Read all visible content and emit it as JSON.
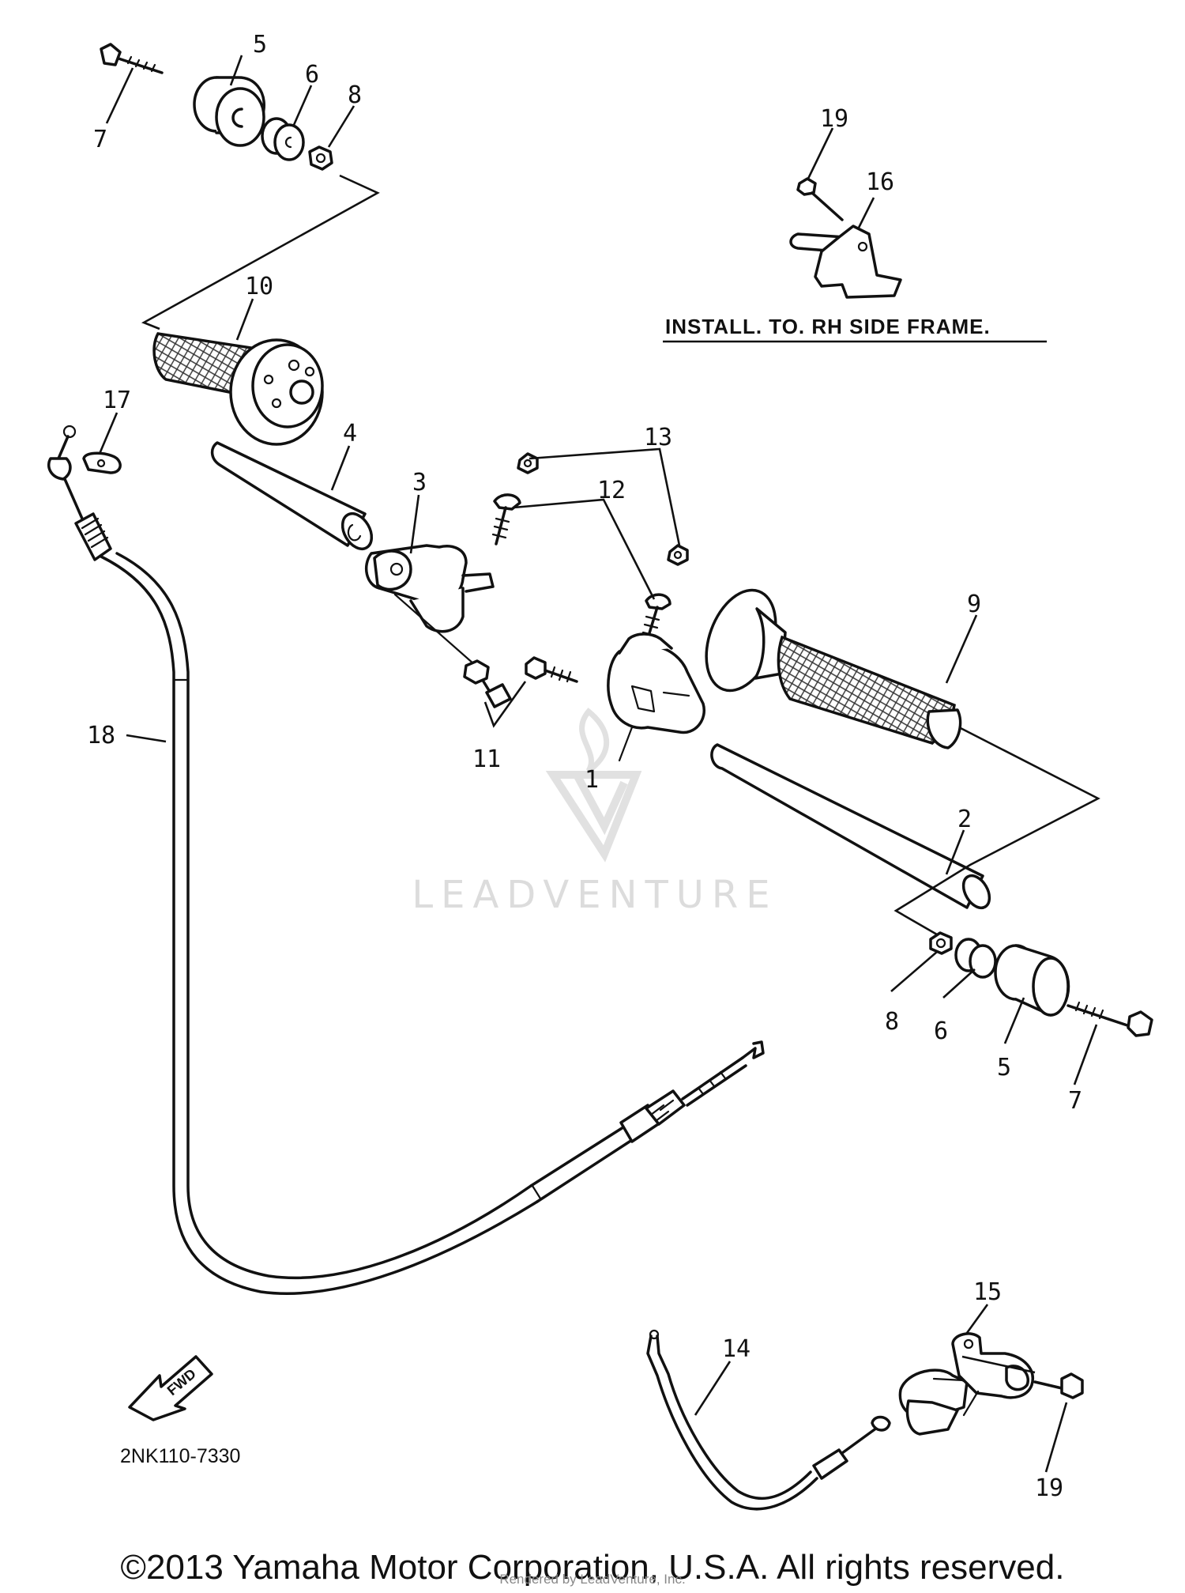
{
  "diagram": {
    "note": "INSTALL. TO. RH SIDE FRAME.",
    "diagram_code": "2NK110-7330",
    "fwd_label": "FWD",
    "watermark": "LEADVENTURE",
    "callouts": {
      "c1": "1",
      "c2": "2",
      "c3": "3",
      "c4": "4",
      "c5a": "5",
      "c5b": "5",
      "c6a": "6",
      "c6b": "6",
      "c7a": "7",
      "c7b": "7",
      "c8a": "8",
      "c8b": "8",
      "c9": "9",
      "c10": "10",
      "c11": "11",
      "c12": "12",
      "c13": "13",
      "c14": "14",
      "c15": "15",
      "c16": "16",
      "c17": "17",
      "c18": "18",
      "c19a": "19",
      "c19b": "19"
    }
  },
  "footer": {
    "copyright": "©2013 Yamaha Motor Corporation, U.S.A. All rights reserved.",
    "rendered_by": "Rendered by LeadVenture, Inc."
  }
}
